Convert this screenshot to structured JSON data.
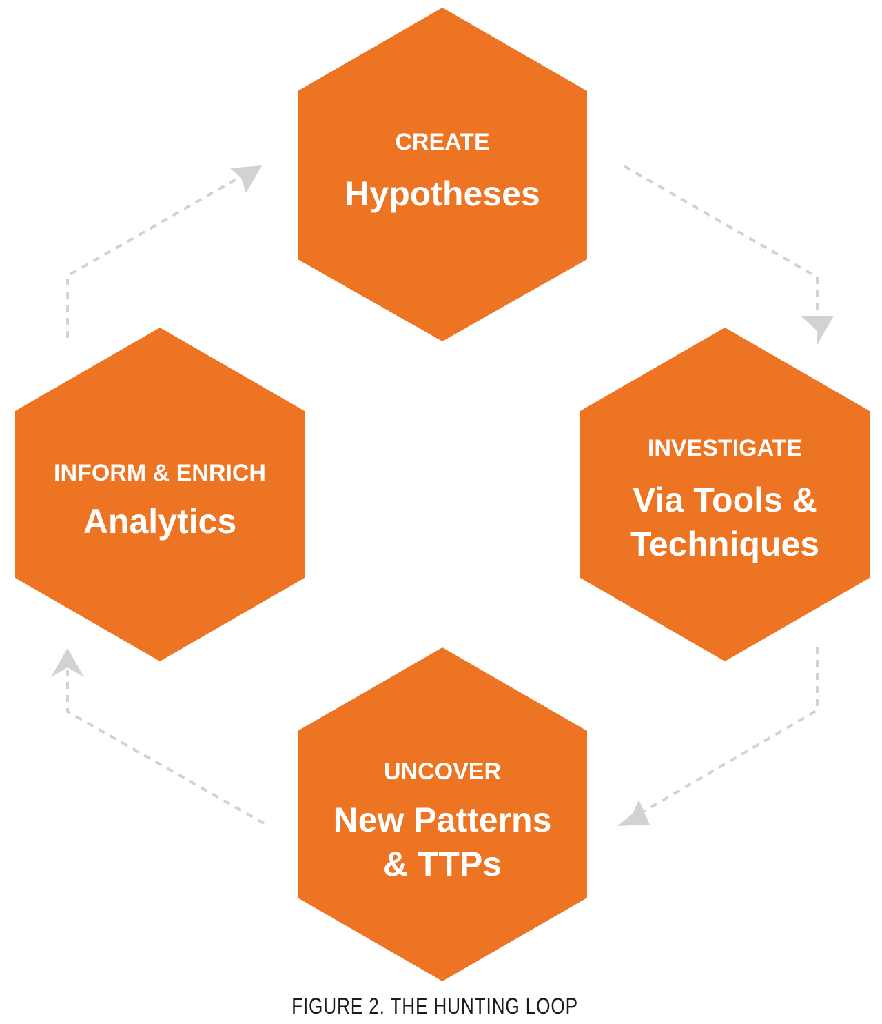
{
  "diagram": {
    "nodes": [
      {
        "id": "create",
        "kicker": "CREATE",
        "title_lines": [
          "Hypotheses"
        ]
      },
      {
        "id": "investigate",
        "kicker": "INVESTIGATE",
        "title_lines": [
          "Via Tools &",
          "Techniques"
        ]
      },
      {
        "id": "uncover",
        "kicker": "UNCOVER",
        "title_lines": [
          "New Patterns",
          "& TTPs"
        ]
      },
      {
        "id": "inform",
        "kicker": "INFORM & ENRICH",
        "title_lines": [
          "Analytics"
        ]
      }
    ],
    "edges": [
      {
        "from": "create",
        "to": "investigate"
      },
      {
        "from": "investigate",
        "to": "uncover"
      },
      {
        "from": "uncover",
        "to": "inform"
      },
      {
        "from": "inform",
        "to": "create"
      }
    ],
    "colors": {
      "hexagon": "#ED7423",
      "hexagon_text": "#FFFFFF",
      "connector": "#D2D2D2",
      "caption": "#1B1B1B"
    }
  },
  "caption": "FIGURE 2. THE HUNTING LOOP"
}
